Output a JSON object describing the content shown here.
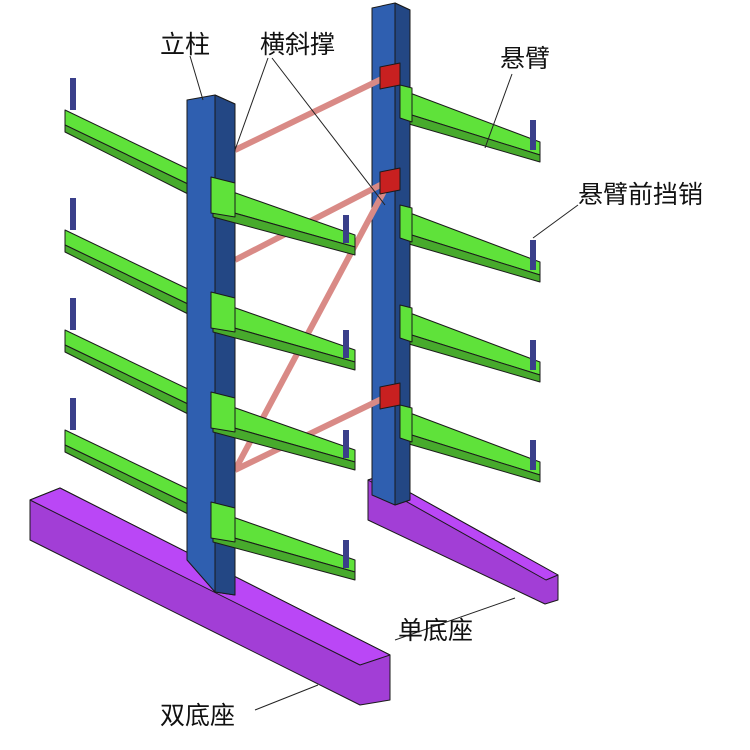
{
  "title": "悬臂式货架结构示意",
  "labels": {
    "column": "立柱",
    "cross_brace": "横斜撑",
    "cantilever_arm": "悬臂",
    "arm_stop_pin": "悬臂前挡销",
    "single_base": "单底座",
    "double_base": "双底座"
  },
  "colors": {
    "column": "#2f5fb0",
    "arm": "#5fe23a",
    "brace": "#d98a86",
    "base": "#a23ed6",
    "pin": "#3a3f8a"
  }
}
